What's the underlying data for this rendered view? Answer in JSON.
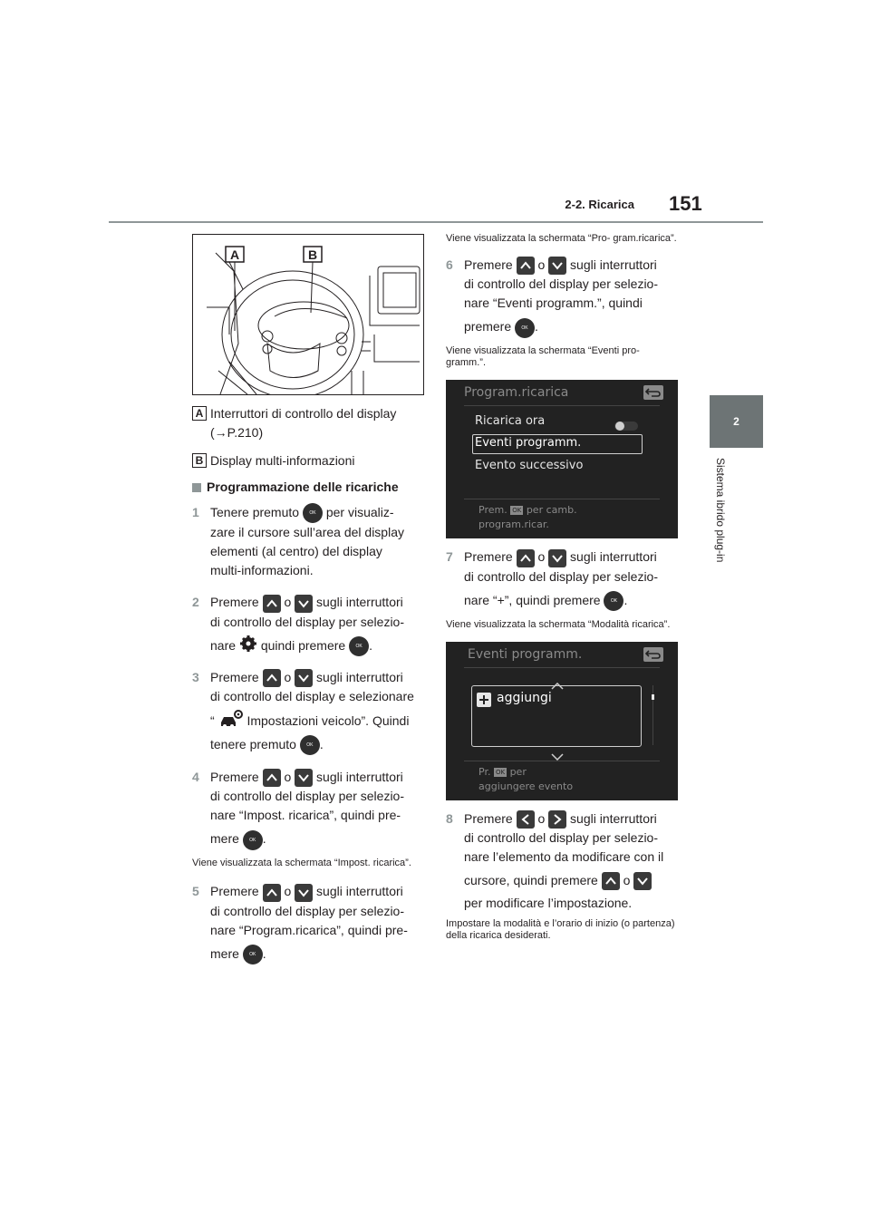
{
  "header": {
    "section": "2-2. Ricarica",
    "page": "151"
  },
  "side_tab": {
    "number": "2",
    "label": "Sistema ibrido plug-in"
  },
  "figure": {
    "label_a": "A",
    "label_b": "B"
  },
  "legend": {
    "a_text": "Interruttori di controllo del display",
    "a_ref": "(→P.210)",
    "b_text": "Display multi-informazioni"
  },
  "section_title": "Programmazione delle ricariche",
  "steps": {
    "s1": {
      "num": "1",
      "t1": "Tenere premuto",
      "t2": "per visualiz-",
      "t3": "zare il cursore sull’area del display",
      "t4": "elementi (al centro) del display",
      "t5": "multi-informazioni."
    },
    "s2": {
      "num": "2",
      "t1": "Premere",
      "or": "o",
      "t2": "sugli interruttori",
      "t3": "di controllo del display per selezio-",
      "t4": "nare",
      "t5": "quindi premere",
      "t6": "."
    },
    "s3": {
      "num": "3",
      "t1": "Premere",
      "or": "o",
      "t2": "sugli interruttori",
      "t3": "di controllo del display e selezionare",
      "t4": "“",
      "t5": "Impostazioni veicolo”. Quindi",
      "t6": "tenere premuto",
      "t7": "."
    },
    "s4": {
      "num": "4",
      "t1": "Premere",
      "or": "o",
      "t2": "sugli interruttori",
      "t3": "di controllo del display per selezio-",
      "t4": "nare “Impost. ricarica”, quindi pre-",
      "t5": "mere",
      "t6": "."
    },
    "s4_note": "Viene visualizzata la schermata “Impost. ricarica”.",
    "s5": {
      "num": "5",
      "t1": "Premere",
      "or": "o",
      "t2": "sugli interruttori",
      "t3": "di controllo del display per selezio-",
      "t4": "nare “Program.ricarica”, quindi pre-",
      "t5": "mere",
      "t6": "."
    },
    "s5_note": "Viene visualizzata la schermata “Pro- gram.ricarica”.",
    "s6": {
      "num": "6",
      "t1": "Premere",
      "or": "o",
      "t2": "sugli interruttori",
      "t3": "di controllo del display per selezio-",
      "t4": "nare “Eventi programm.”, quindi",
      "t5": "premere",
      "t6": "."
    },
    "s6_note": "Viene visualizzata la schermata “Eventi pro- gramm.”.",
    "s7": {
      "num": "7",
      "t1": "Premere",
      "or": "o",
      "t2": "sugli interruttori",
      "t3": "di controllo del display per selezio-",
      "t4": "nare “+”, quindi premere",
      "t5": "."
    },
    "s7_note": "Viene visualizzata la schermata “Modalità ricarica”.",
    "s8": {
      "num": "8",
      "t1": "Premere",
      "or": "o",
      "t2": "sugli interruttori",
      "t3": "di controllo del display per selezio-",
      "t4": "nare l’elemento da modificare con il",
      "t5": "cursore, quindi premere",
      "t6": "o",
      "t7": "per modificare l’impostazione."
    },
    "s8_note": "Impostare la modalità e l’orario di inizio (o partenza) della ricarica desiderati."
  },
  "screen1": {
    "title": "Program.ricarica",
    "item1": "Ricarica ora",
    "item2": "Eventi programm.",
    "item3": "Evento successivo",
    "hint_a": "Prem.",
    "hint_ok": "OK",
    "hint_b": "per camb.",
    "hint_c": "program.ricar."
  },
  "screen2": {
    "title": "Eventi programm.",
    "add": "aggiungi",
    "hint_a": "Pr.",
    "hint_ok": "OK",
    "hint_b": "per",
    "hint_c": "aggiungere evento"
  },
  "ok_label": "OK",
  "colors": {
    "accent_gray": "#8f9798",
    "tab_bg": "#6d7475",
    "screen_bg": "#222222",
    "highlight": "#ffffff"
  }
}
